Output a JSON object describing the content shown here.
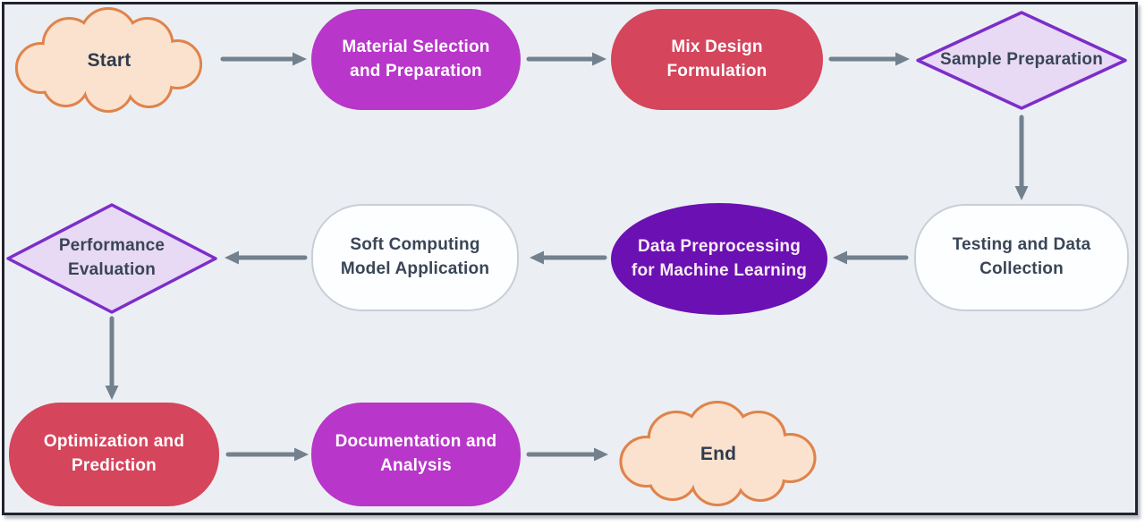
{
  "diagram": {
    "type": "flowchart",
    "nodes": [
      {
        "id": "start",
        "label": "Start",
        "shape": "cloud",
        "fill": "#FBE2CE",
        "border": "#E0834A",
        "text_color": "#2F3B4D"
      },
      {
        "id": "material-selection",
        "label": "Material Selection\nand Preparation",
        "shape": "rounded-rect",
        "fill": "#B836C9",
        "text_color": "#FFFFFF"
      },
      {
        "id": "mix-design",
        "label": "Mix Design\nFormulation",
        "shape": "rounded-rect",
        "fill": "#D5455C",
        "text_color": "#FFFFFF"
      },
      {
        "id": "sample-preparation",
        "label": "Sample Preparation",
        "shape": "diamond",
        "fill": "#E8D9F4",
        "border": "#7C2EC9",
        "text_color": "#394657"
      },
      {
        "id": "testing-data-collection",
        "label": "Testing and Data\nCollection",
        "shape": "rounded-rect",
        "fill": "#FDFEFF",
        "border": "#C9CFD8",
        "text_color": "#394657"
      },
      {
        "id": "data-preprocessing",
        "label": "Data Preprocessing\nfor Machine Learning",
        "shape": "ellipse",
        "fill": "#6B10B3",
        "text_color": "#F8ECF5"
      },
      {
        "id": "soft-computing",
        "label": "Soft Computing\nModel Application",
        "shape": "rounded-rect",
        "fill": "#FDFEFF",
        "border": "#C9CFD8",
        "text_color": "#394657"
      },
      {
        "id": "performance-evaluation",
        "label": "Performance\nEvaluation",
        "shape": "diamond",
        "fill": "#E8D9F4",
        "border": "#7C2EC9",
        "text_color": "#394657"
      },
      {
        "id": "optimization-prediction",
        "label": "Optimization and\nPrediction",
        "shape": "rounded-rect",
        "fill": "#D5455C",
        "text_color": "#FFFFFF"
      },
      {
        "id": "documentation-analysis",
        "label": "Documentation and\nAnalysis",
        "shape": "rounded-rect",
        "fill": "#B836C9",
        "text_color": "#FFFFFF"
      },
      {
        "id": "end",
        "label": "End",
        "shape": "cloud",
        "fill": "#FBE2CE",
        "border": "#E0834A",
        "text_color": "#2F3B4D"
      }
    ],
    "edges": [
      {
        "from": "start",
        "to": "material-selection",
        "direction": "right"
      },
      {
        "from": "material-selection",
        "to": "mix-design",
        "direction": "right"
      },
      {
        "from": "mix-design",
        "to": "sample-preparation",
        "direction": "right"
      },
      {
        "from": "sample-preparation",
        "to": "testing-data-collection",
        "direction": "down"
      },
      {
        "from": "testing-data-collection",
        "to": "data-preprocessing",
        "direction": "left"
      },
      {
        "from": "data-preprocessing",
        "to": "soft-computing",
        "direction": "left"
      },
      {
        "from": "soft-computing",
        "to": "performance-evaluation",
        "direction": "left"
      },
      {
        "from": "performance-evaluation",
        "to": "optimization-prediction",
        "direction": "down"
      },
      {
        "from": "optimization-prediction",
        "to": "documentation-analysis",
        "direction": "right"
      },
      {
        "from": "documentation-analysis",
        "to": "end",
        "direction": "right"
      }
    ],
    "colors": {
      "canvas_background": "#EBEFF3",
      "frame_border": "#23242E",
      "arrow": "#73808E"
    }
  }
}
